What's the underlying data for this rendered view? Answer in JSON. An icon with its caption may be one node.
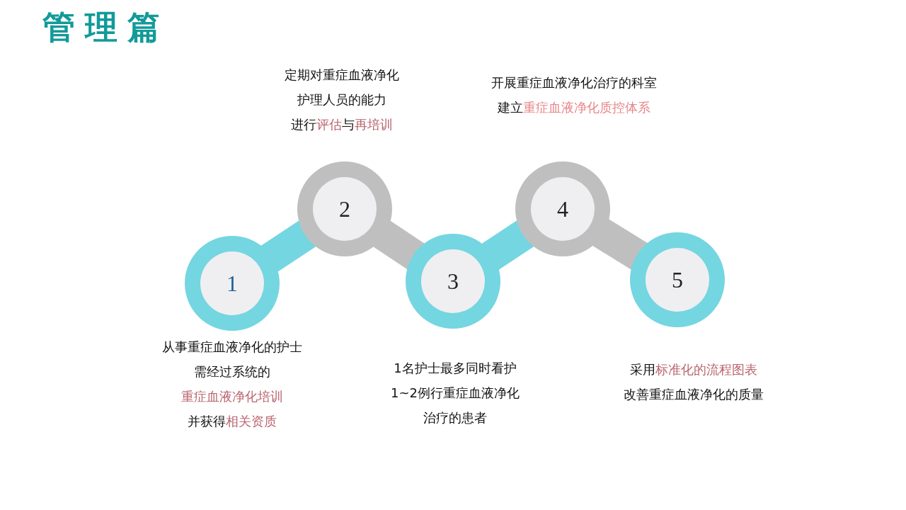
{
  "diagram": {
    "title": "管理篇",
    "nodes": [
      {
        "text": [
          "1"
        ],
        "beside": [
          "从事重症血液净化的护士",
          "需经过系统的",
          "重症血液净化培训",
          "并获得",
          "相关资质"
        ]
      },
      {
        "text": [
          "2"
        ],
        "beside": [
          "定期对重症血液净化",
          "护理人员的能力",
          "进行",
          "评估",
          "与",
          "再培训"
        ]
      },
      {
        "text": [
          "3"
        ],
        "beside": [
          "1名护士最多同时看护",
          "1~2例行重症血液净化",
          "治疗的患者"
        ]
      },
      {
        "text": [
          "4"
        ],
        "beside": [
          "开展重症血液净化治疗的科室",
          "建立",
          "重症血液净化质控体系"
        ]
      },
      {
        "text": [
          "5"
        ],
        "beside": [
          "采用",
          "标准化的流程图表",
          "改善重症血液净化的质量"
        ]
      }
    ],
    "edges": [
      {
        "from": 0,
        "to": 1,
        "arrow": "none"
      },
      {
        "from": 1,
        "to": 2,
        "arrow": "none"
      },
      {
        "from": 2,
        "to": 3,
        "arrow": "none"
      },
      {
        "from": 3,
        "to": 4,
        "arrow": "none"
      }
    ]
  }
}
